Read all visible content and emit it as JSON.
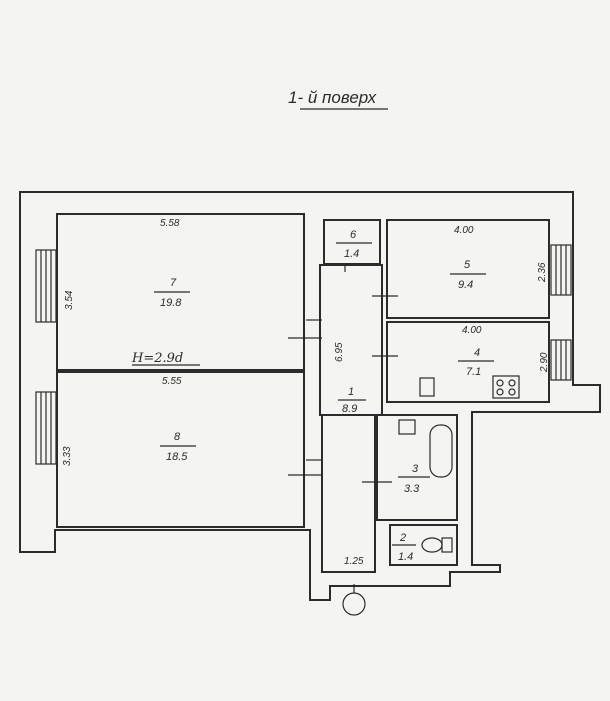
{
  "title": "1- й поверх",
  "height_note": "H=2.9d",
  "rooms": [
    {
      "id": "1",
      "area": "8.9"
    },
    {
      "id": "2",
      "area": "1.4"
    },
    {
      "id": "3",
      "area": "3.3"
    },
    {
      "id": "4",
      "area": "7.1"
    },
    {
      "id": "5",
      "area": "9.4"
    },
    {
      "id": "6",
      "area": "1.4"
    },
    {
      "id": "7",
      "area": "19.8"
    },
    {
      "id": "8",
      "area": "18.5"
    }
  ],
  "dimensions": {
    "room7_width": "5.58",
    "room7_depth": "3.54",
    "room8_width": "5.55",
    "room8_depth": "3.33",
    "corridor_len": "6.95",
    "room5_width": "4.00",
    "room5_depth": "2.36",
    "room4_width": "4.00",
    "room4_depth": "2.90",
    "room2_width": "1.25"
  }
}
